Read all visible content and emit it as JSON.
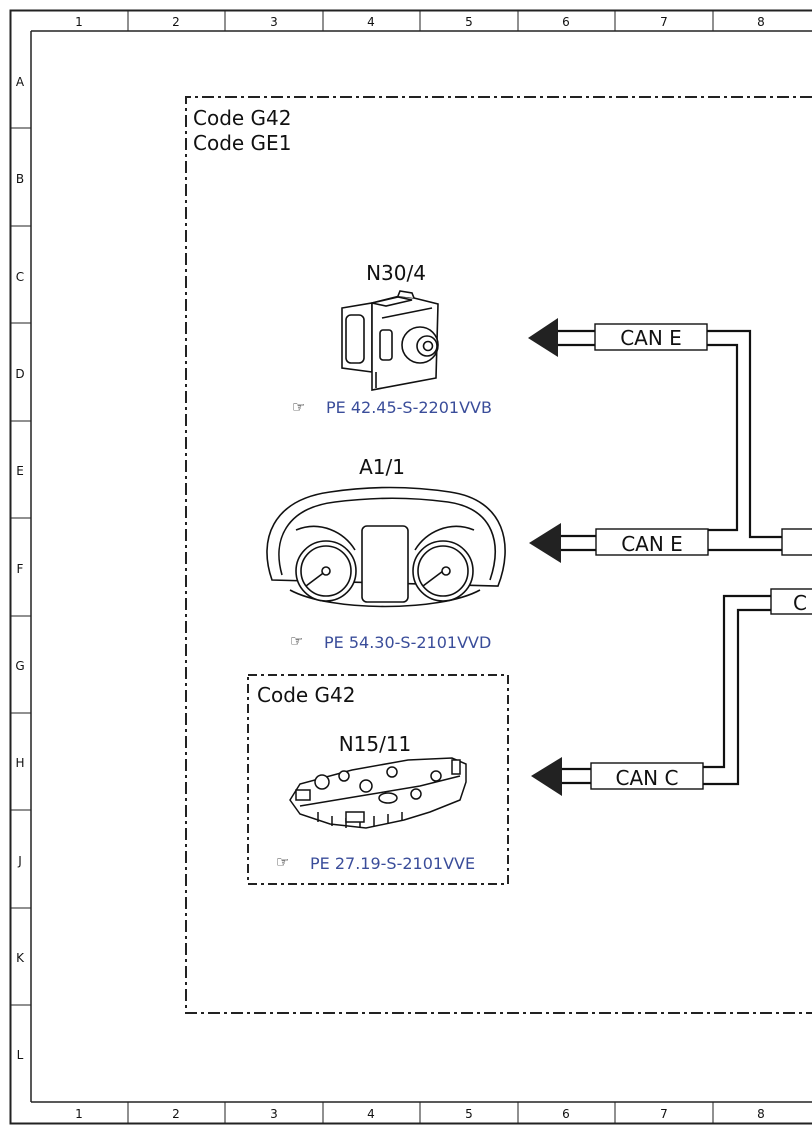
{
  "grid": {
    "columns": [
      "1",
      "2",
      "3",
      "4",
      "5",
      "6",
      "7",
      "8"
    ],
    "rows": [
      "A",
      "B",
      "C",
      "D",
      "E",
      "F",
      "G",
      "H",
      "J",
      "K",
      "L"
    ]
  },
  "outer_box": {
    "code_line_1": "Code G42",
    "code_line_2": "Code GE1"
  },
  "inner_box": {
    "code": "Code G42"
  },
  "components": [
    {
      "id": "N30/4",
      "ref": "PE 42.45-S-2201VVB",
      "bus": "CAN E"
    },
    {
      "id": "A1/1",
      "ref": "PE 54.30-S-2101VVD",
      "bus": "CAN E"
    },
    {
      "id": "N15/11",
      "ref": "PE 27.19-S-2101VVE",
      "bus": "CAN C"
    }
  ],
  "cut_label": "C",
  "colors": {
    "reference_link": "#3a4d9a",
    "line": "#111111"
  },
  "icons": {
    "reference": "pointing-hand-icon"
  }
}
